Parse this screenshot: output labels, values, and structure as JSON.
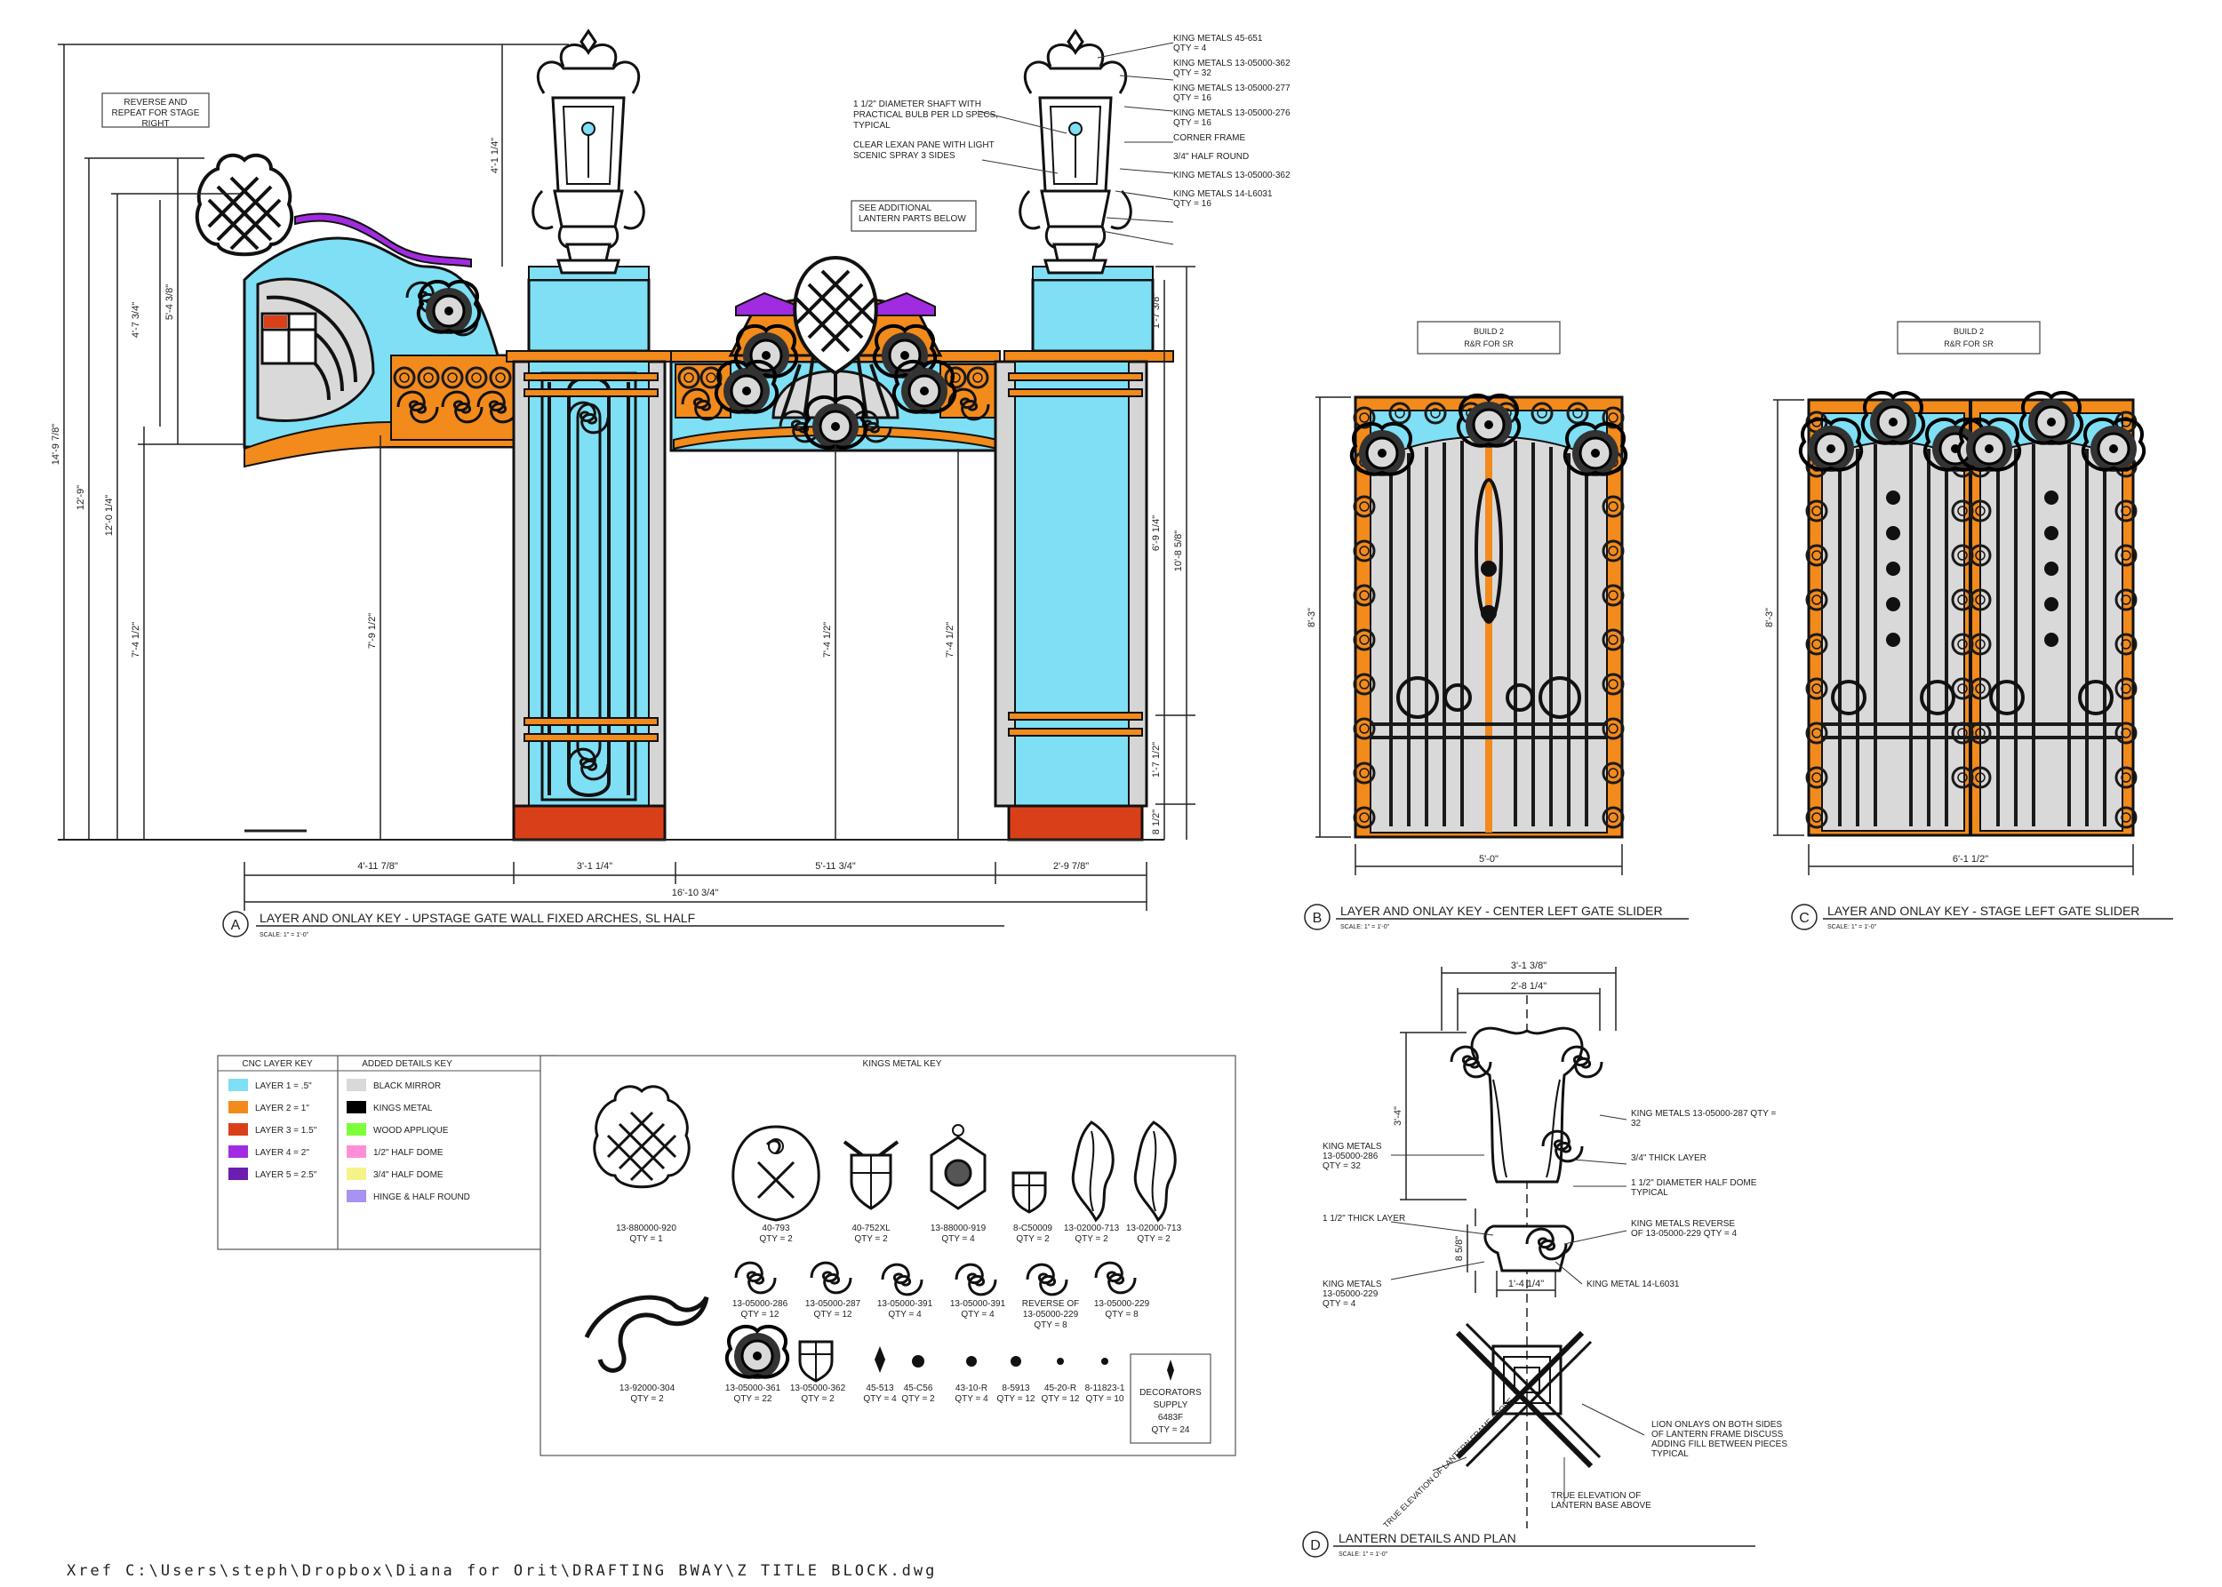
{
  "colors": {
    "layer1": "#7fdff5",
    "layer2": "#f28a1c",
    "layer3": "#d9401a",
    "layer4": "#a12be0",
    "layer5": "#6a1fb0",
    "black_mirror": "#d9d9d9",
    "kings_metal": "#000000",
    "wood_applique": "#7cff3a",
    "half_dome": "#ff8ed6",
    "three_quarter_dome": "#f6f28a",
    "hinge_round": "#a992f0",
    "gray_panel": "#d5d5d5",
    "line": "#222222"
  },
  "view_a": {
    "note": "REVERSE AND REPEAT FOR STAGE RIGHT",
    "lantern_notes": [
      "1 1/2\" DIAMETER SHAFT WITH PRACTICAL BULB PER LD SPECS, TYPICAL",
      "CLEAR LEXAN PANE WITH LIGHT SCENIC SPRAY 3 SIDES"
    ],
    "see_note": "SEE ADDITIONAL LANTERN PARTS BELOW",
    "callouts": [
      {
        "name": "KING METALS 45-651",
        "qty": "QTY = 4"
      },
      {
        "name": "KING METALS 13-05000-362",
        "qty": "QTY = 32"
      },
      {
        "name": "KING METALS 13-05000-277",
        "qty": "QTY = 16"
      },
      {
        "name": "KING METALS 13-05000-276",
        "qty": "QTY = 16"
      },
      {
        "name": "CORNER FRAME",
        "qty": ""
      },
      {
        "name": "3/4\" HALF ROUND",
        "qty": ""
      },
      {
        "name": "KING METALS 13-05000-362",
        "qty": ""
      },
      {
        "name": "KING METALS 14-L6031",
        "qty": "QTY = 16"
      }
    ],
    "dims_left": [
      "14'-9 7/8\"",
      "12'-9\"",
      "12'-0 1/4\"",
      "7'-4 1/2\"",
      "4'-7 3/4\"",
      "5'-4 3/8\""
    ],
    "dims_right": [
      "1'-7 3/8\"",
      "6'-9 1/4\"",
      "10'-8 5/8\"",
      "1'-7 1/2\"",
      "8 1/2\""
    ],
    "dim_lantern": "4'-1 1/4\"",
    "dims_inner": [
      "7'-9 1/2\"",
      "7'-4 1/2\"",
      "7'-4 1/2\""
    ],
    "dims_bottom": [
      "4'-11 7/8\"",
      "3'-1 1/4\"",
      "5'-11 3/4\"",
      "2'-9 7/8\""
    ],
    "dim_total": "16'-10 3/4\"",
    "label": "A",
    "title": "LAYER AND ONLAY KEY - UPSTAGE GATE WALL FIXED ARCHES, SL HALF",
    "scale": "SCALE: 1\" = 1'-0\""
  },
  "view_b": {
    "build": "BUILD 2",
    "rr": "R&R FOR SR",
    "height": "8'-3\"",
    "width": "5'-0\"",
    "label": "B",
    "title": "LAYER AND ONLAY KEY - CENTER LEFT GATE SLIDER",
    "scale": "SCALE: 1\" = 1'-0\""
  },
  "view_c": {
    "build": "BUILD 2",
    "rr": "R&R FOR SR",
    "height": "8'-3\"",
    "width": "6'-1 1/2\"",
    "label": "C",
    "title": "LAYER AND ONLAY KEY - STAGE LEFT GATE SLIDER",
    "scale": "SCALE: 1\" = 1'-0\""
  },
  "cnc_key": {
    "title": "CNC LAYER KEY",
    "items": [
      "LAYER 1 = .5\"",
      "LAYER 2 = 1\"",
      "LAYER 3 = 1.5\"",
      "LAYER 4 = 2\"",
      "LAYER 5 = 2.5\""
    ]
  },
  "added_key": {
    "title": "ADDED DETAILS KEY",
    "items": [
      "BLACK MIRROR",
      "KINGS METAL",
      "WOOD APPLIQUE",
      "1/2\" HALF DOME",
      "3/4\" HALF DOME",
      "HINGE & HALF ROUND"
    ]
  },
  "kings_key": {
    "title": "KINGS METAL KEY",
    "row1": [
      {
        "part": "13-880000-920",
        "qty": "QTY = 1"
      },
      {
        "part": "40-793",
        "qty": "QTY = 2"
      },
      {
        "part": "40-752XL",
        "qty": "QTY = 2"
      },
      {
        "part": "13-88000-919",
        "qty": "QTY = 4"
      },
      {
        "part": "8-C50009",
        "qty": "QTY = 2"
      },
      {
        "part": "13-02000-713",
        "qty": "QTY = 2"
      },
      {
        "part": "13-02000-713",
        "qty": "QTY = 2"
      }
    ],
    "row2": [
      {
        "part": "13-05000-286",
        "qty": "QTY = 12"
      },
      {
        "part": "13-05000-287",
        "qty": "QTY = 12"
      },
      {
        "part": "13-05000-391",
        "qty": "QTY = 4"
      },
      {
        "part": "13-05000-391",
        "qty": "QTY = 4"
      },
      {
        "part": "REVERSE OF 13-05000-229",
        "qty": "QTY = 8"
      },
      {
        "part": "13-05000-229",
        "qty": "QTY = 8"
      }
    ],
    "row3": [
      {
        "part": "13-92000-304",
        "qty": "QTY = 2"
      },
      {
        "part": "13-05000-361",
        "qty": "QTY = 22"
      },
      {
        "part": "13-05000-362",
        "qty": "QTY = 2"
      },
      {
        "part": "45-513",
        "qty": "QTY = 4"
      },
      {
        "part": "45-C56",
        "qty": "QTY = 2"
      },
      {
        "part": "43-10-R",
        "qty": "QTY = 4"
      },
      {
        "part": "8-5913",
        "qty": "QTY = 12"
      },
      {
        "part": "45-20-R",
        "qty": "QTY = 12"
      },
      {
        "part": "8-11823-1",
        "qty": "QTY = 10"
      }
    ],
    "decorators": [
      "DECORATORS",
      "SUPPLY",
      "6483F",
      "QTY = 24"
    ]
  },
  "view_d": {
    "dim_outer": "3'-1 3/8\"",
    "dim_inner": "2'-8 1/4\"",
    "dim_height": "3'-4\"",
    "dim_base_w": "1'-4 1/4\"",
    "dim_base_h": "8 5/8\"",
    "callouts": [
      "KING METALS 13-05000-286 QTY = 32",
      "KING METALS 13-05000-287 QTY = 32",
      "3/4\" THICK LAYER",
      "1 1/2\" DIAMETER HALF DOME TYPICAL",
      "1 1/2\" THICK LAYER",
      "KING METALS REVERSE OF 13-05000-229 QTY = 4",
      "KING METALS 13-05000-229 QTY = 4",
      "KING METAL 14-L6031",
      "LION ONLAYS ON BOTH SIDES OF LANTERN FRAME DISCUSS ADDING FILL BETWEEN PIECES TYPICAL",
      "TRUE ELEVATION OF LANTERN FRAME ABOVE",
      "TRUE ELEVATION OF LANTERN BASE ABOVE"
    ],
    "label": "D",
    "title": "LANTERN DETAILS AND PLAN",
    "scale": "SCALE: 1\" = 1'-0\""
  },
  "xref": "Xref C:\\Users\\steph\\Dropbox\\Diana for Orit\\DRAFTING BWAY\\Z TITLE BLOCK.dwg"
}
